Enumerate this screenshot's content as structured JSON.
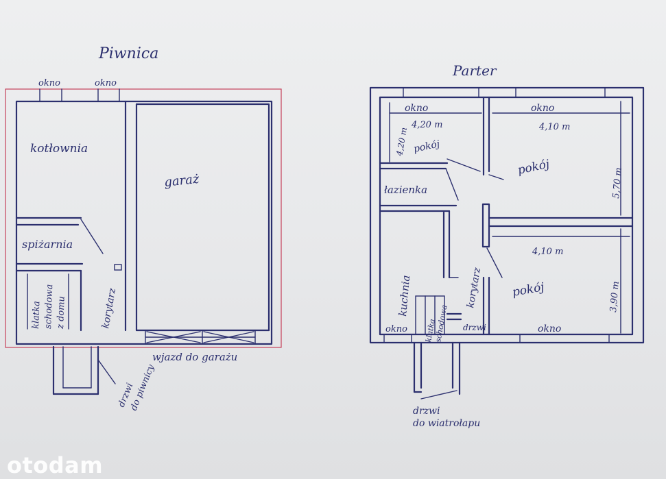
{
  "basement": {
    "title": "Piwnica",
    "rooms": {
      "boiler": "kotłownia",
      "garage": "garaż",
      "pantry": "spiżarnia",
      "corridor": "korytarz",
      "stairs": [
        "klatka",
        "schodowa",
        "z domu"
      ]
    },
    "windows": [
      "okno",
      "okno"
    ],
    "garage_entrance": "wjazd do garażu",
    "door": [
      "drzwi",
      "do piwnicy"
    ]
  },
  "ground_floor": {
    "title": "Parter",
    "rooms": {
      "room1": "pokój",
      "room2": "pokój",
      "room3": "pokój",
      "bathroom": "łazienka",
      "kitchen": "kuchnia",
      "corridor": "korytarz",
      "stairs": [
        "klatka",
        "schodowa"
      ],
      "door": "drzwi"
    },
    "windows": [
      "okno",
      "okno",
      "okno",
      "okno"
    ],
    "dimensions": {
      "d1": "4,20 m",
      "d2": "4,10 m",
      "d3": "4,20 m",
      "d4": "5,70 m",
      "d5": "4,10 m",
      "d6": "3,90 m"
    },
    "entrance": [
      "drzwi",
      "do wiatrołapu"
    ]
  },
  "watermark": "otodam"
}
